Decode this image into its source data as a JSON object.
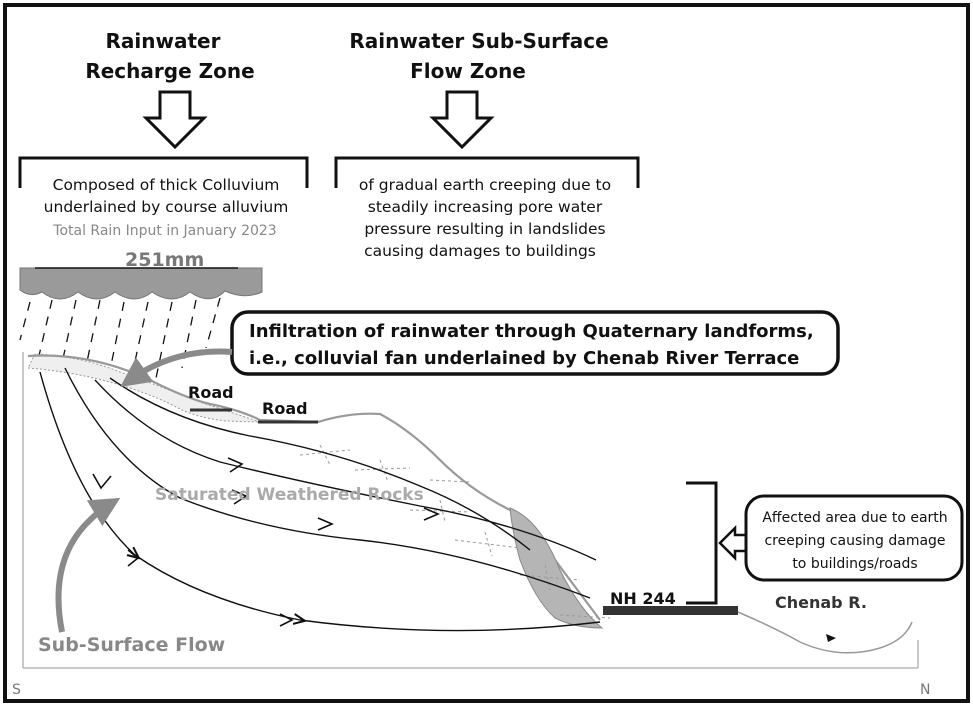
{
  "zones": {
    "recharge_title_line1": "Rainwater",
    "recharge_title_line2": "Recharge Zone",
    "subsurface_title_line1": "Rainwater Sub-Surface",
    "subsurface_title_line2": "Flow Zone"
  },
  "recharge_box": {
    "line1": "Composed of thick Colluvium",
    "line2": "underlained by course alluvium"
  },
  "flow_box": {
    "line1": "of gradual earth creeping due to",
    "line2": "steadily increasing  pore water",
    "line3": "pressure resulting  in landslides",
    "line4": "causing damages to buildings"
  },
  "rainfall": {
    "caption": "Total Rain Input  in January  2023",
    "amount": "251mm"
  },
  "infiltration_callout": {
    "line1": "Infiltration of rainwater through Quaternary landforms,",
    "line2": "i.e., colluvial fan underlained by Chenab River Terrace"
  },
  "labels": {
    "road_upper": "Road",
    "road_lower": "Road",
    "saturated": "Saturated Weathered Rocks",
    "highway": "NH 244",
    "river": "Chenab R.",
    "subsurface_flow": "Sub-Surface Flow",
    "south": "S",
    "north": "N"
  },
  "affected_callout": {
    "line1": "Affected area due to earth",
    "line2": "creeping causing damage",
    "line3": "to buildings/roads"
  },
  "colors": {
    "ink": "#111111",
    "grey_label": "#888888",
    "slope_shade": "#b8b8b8",
    "road_bar": "#333333"
  }
}
